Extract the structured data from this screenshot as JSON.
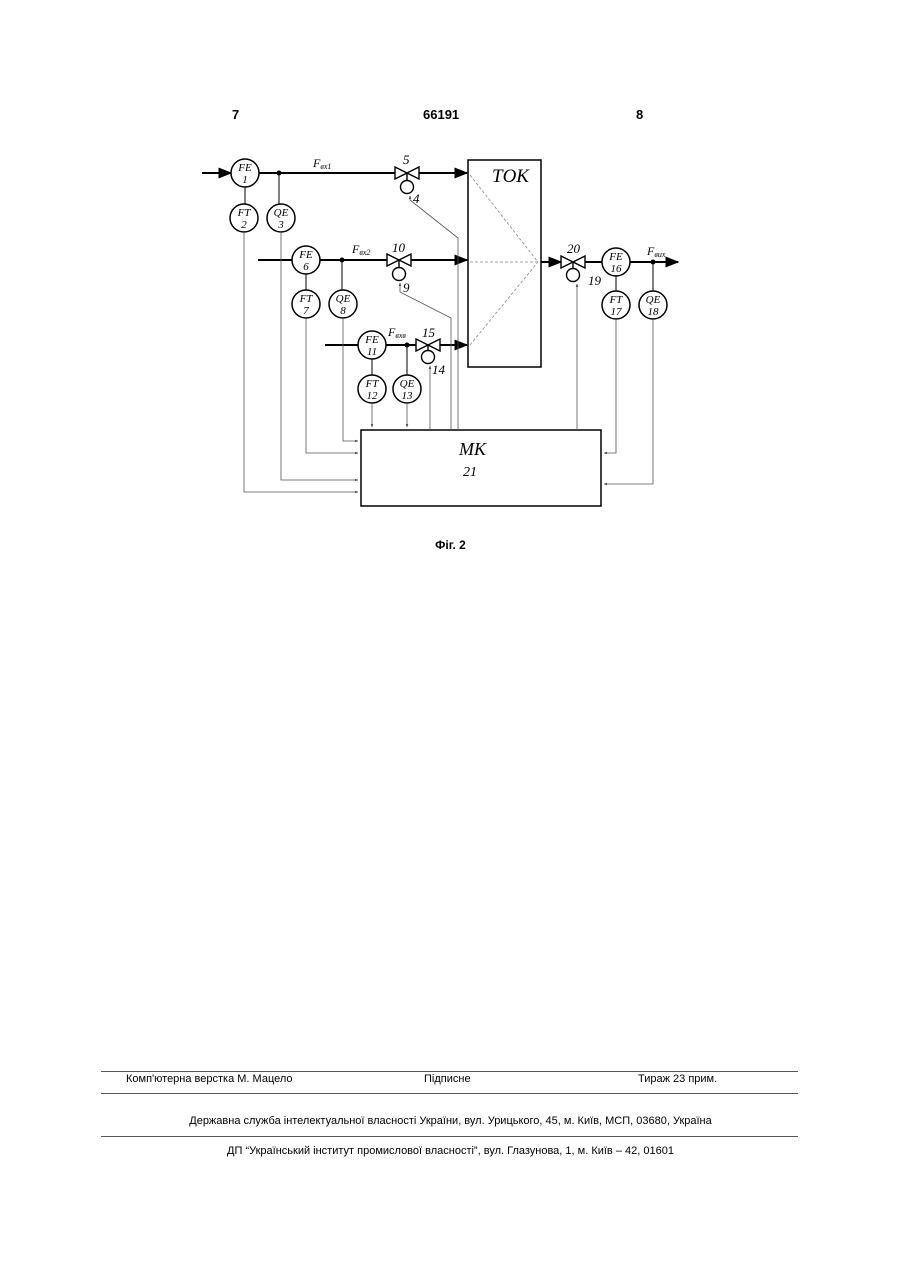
{
  "header": {
    "left_page": "7",
    "patent_number": "66191",
    "right_page": "8"
  },
  "diagram": {
    "tok_label": "ТОК",
    "mk_label": "МК",
    "mk_number": "21",
    "flows": {
      "f_in1_main": "F",
      "f_in1_sub": "вх1",
      "f_in2_main": "F",
      "f_in2_sub": "вх2",
      "f_inv_main": "F",
      "f_inv_sub": "вхв",
      "f_out_main": "F",
      "f_out_sub": "вих"
    },
    "instruments": {
      "fe1": [
        "FE",
        "1"
      ],
      "ft2": [
        "FT",
        "2"
      ],
      "qe3": [
        "QE",
        "3"
      ],
      "fe6": [
        "FE",
        "6"
      ],
      "ft7": [
        "FT",
        "7"
      ],
      "qe8": [
        "QE",
        "8"
      ],
      "fe11": [
        "FE",
        "11"
      ],
      "ft12": [
        "FT",
        "12"
      ],
      "qe13": [
        "QE",
        "13"
      ],
      "fe16": [
        "FE",
        "16"
      ],
      "ft17": [
        "FT",
        "17"
      ],
      "qe18": [
        "QE",
        "18"
      ]
    },
    "valve_labels": {
      "v5": "5",
      "a4": "4",
      "v10": "10",
      "a9": "9",
      "v15": "15",
      "a14": "14",
      "v20": "20",
      "a19": "19"
    }
  },
  "caption": "Фіг. 2",
  "footer": {
    "composer": "Комп'ютерна верстка М. Мацело",
    "signed": "Підписне",
    "circulation": "Тираж 23 прим.",
    "org1": "Державна служба інтелектуальної власності України, вул. Урицького, 45, м. Київ, МСП, 03680, Україна",
    "org2": "ДП “Український інститут промислової власності”, вул. Глазунова, 1, м. Київ – 42, 01601"
  }
}
